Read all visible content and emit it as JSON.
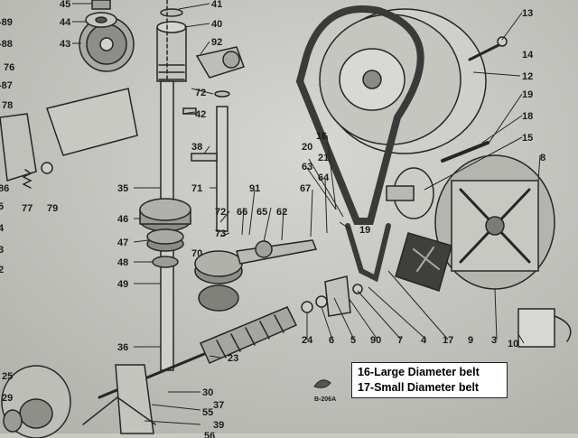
{
  "legend": {
    "line1": "16-Large Diameter belt",
    "line2": "17-Small Diameter belt"
  },
  "drawing_code": "B-206A",
  "part_labels": [
    {
      "id": "p45",
      "text": "45"
    },
    {
      "id": "p44",
      "text": "44"
    },
    {
      "id": "p43",
      "text": "43"
    },
    {
      "id": "p41",
      "text": "41"
    },
    {
      "id": "p40",
      "text": "40"
    },
    {
      "id": "p92",
      "text": "92"
    },
    {
      "id": "p88",
      "text": "-88"
    },
    {
      "id": "p89",
      "text": "-89"
    },
    {
      "id": "p76",
      "text": "76"
    },
    {
      "id": "p87",
      "text": "-87"
    },
    {
      "id": "p78",
      "text": "78"
    },
    {
      "id": "p86",
      "text": "86"
    },
    {
      "id": "p77",
      "text": "77"
    },
    {
      "id": "p79",
      "text": "79"
    },
    {
      "id": "p5a",
      "text": "5"
    },
    {
      "id": "p4a",
      "text": "4"
    },
    {
      "id": "p3a",
      "text": "3"
    },
    {
      "id": "p2a",
      "text": "2"
    },
    {
      "id": "p72a",
      "text": "72"
    },
    {
      "id": "p42",
      "text": "42"
    },
    {
      "id": "p38",
      "text": "38"
    },
    {
      "id": "p35",
      "text": "35"
    },
    {
      "id": "p71",
      "text": "71"
    },
    {
      "id": "p46",
      "text": "46"
    },
    {
      "id": "p47",
      "text": "47"
    },
    {
      "id": "p48",
      "text": "48"
    },
    {
      "id": "p49",
      "text": "49"
    },
    {
      "id": "p36",
      "text": "36"
    },
    {
      "id": "p30",
      "text": "30"
    },
    {
      "id": "p37",
      "text": "37"
    },
    {
      "id": "p55",
      "text": "55"
    },
    {
      "id": "p39",
      "text": "39"
    },
    {
      "id": "p56",
      "text": "56"
    },
    {
      "id": "p25",
      "text": "25"
    },
    {
      "id": "p29",
      "text": "29"
    },
    {
      "id": "p23",
      "text": "23"
    },
    {
      "id": "p72b",
      "text": "72"
    },
    {
      "id": "p73",
      "text": "73"
    },
    {
      "id": "p70",
      "text": "70"
    },
    {
      "id": "p66",
      "text": "66"
    },
    {
      "id": "p65",
      "text": "65"
    },
    {
      "id": "p62",
      "text": "62"
    },
    {
      "id": "p91",
      "text": "91"
    },
    {
      "id": "p67",
      "text": "67"
    },
    {
      "id": "p64",
      "text": "64"
    },
    {
      "id": "p63",
      "text": "63"
    },
    {
      "id": "p21",
      "text": "21"
    },
    {
      "id": "p20",
      "text": "20"
    },
    {
      "id": "p16",
      "text": "16"
    },
    {
      "id": "p19a",
      "text": "19"
    },
    {
      "id": "p13",
      "text": "13"
    },
    {
      "id": "p14",
      "text": "14"
    },
    {
      "id": "p12",
      "text": "12"
    },
    {
      "id": "p19b",
      "text": "19"
    },
    {
      "id": "p18",
      "text": "18"
    },
    {
      "id": "p15",
      "text": "15"
    },
    {
      "id": "p8",
      "text": "8"
    },
    {
      "id": "p24",
      "text": "24"
    },
    {
      "id": "p6",
      "text": "6"
    },
    {
      "id": "p5b",
      "text": "5"
    },
    {
      "id": "p90",
      "text": "90"
    },
    {
      "id": "p7",
      "text": "7"
    },
    {
      "id": "p4b",
      "text": "4"
    },
    {
      "id": "p17",
      "text": "17"
    },
    {
      "id": "p9",
      "text": "9"
    },
    {
      "id": "p3b",
      "text": "3"
    },
    {
      "id": "p10",
      "text": "10"
    }
  ]
}
